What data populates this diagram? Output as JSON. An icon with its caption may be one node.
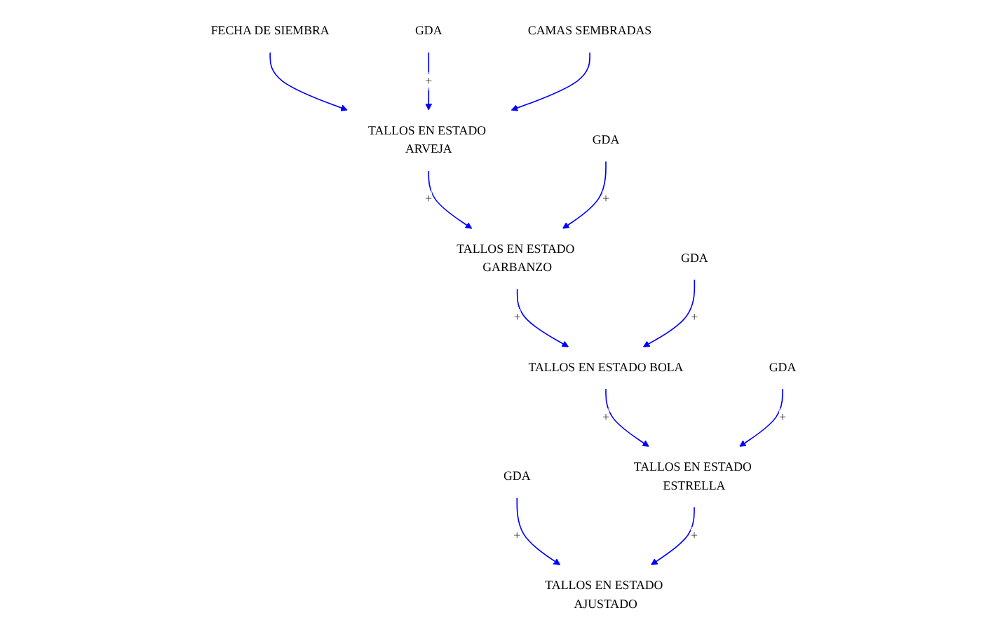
{
  "diagram": {
    "nodes": [
      {
        "text": [
          "GDA"
        ]
      },
      {
        "text": [
          "TALLOS EN ESTADO AJUSTADO"
        ]
      },
      {
        "text": [
          "FECHA DE SIEMBRA"
        ]
      },
      {
        "text": [
          "GDA"
        ]
      },
      {
        "text": [
          "CAMAS SEMBRADAS"
        ]
      },
      {
        "text": [
          "TALLOS EN ESTADO ARVEJA"
        ]
      },
      {
        "text": [
          "GDA"
        ]
      },
      {
        "text": [
          "TALLOS EN ESTADO ESTRELLA"
        ]
      },
      {
        "text": [
          "TALLOS EN ESTADO GARBANZO"
        ]
      },
      {
        "text": [
          "GDA"
        ]
      },
      {
        "text": [
          "GDA"
        ]
      },
      {
        "text": [
          "TALLOS EN ESTADO BOLA"
        ]
      }
    ],
    "edges": [
      {
        "from": 0,
        "to": 1,
        "arrow": "to",
        "label": "+"
      },
      {
        "from": 2,
        "to": 5,
        "arrow": "to"
      },
      {
        "from": 3,
        "to": 5,
        "arrow": "to",
        "label": "+"
      },
      {
        "from": 4,
        "to": 5,
        "arrow": "to"
      },
      {
        "from": 5,
        "to": 8,
        "arrow": "to",
        "label": "+"
      },
      {
        "from": 9,
        "to": 8,
        "arrow": "to",
        "label": "+"
      },
      {
        "from": 8,
        "to": 11,
        "arrow": "to",
        "label": "+"
      },
      {
        "from": 10,
        "to": 11,
        "arrow": "to",
        "label": "+"
      },
      {
        "from": 11,
        "to": 7,
        "arrow": "to",
        "label": "+"
      },
      {
        "from": 6,
        "to": 7,
        "arrow": "to",
        "label": "+"
      },
      {
        "from": 7,
        "to": 1,
        "arrow": "to",
        "label": "+"
      }
    ]
  }
}
